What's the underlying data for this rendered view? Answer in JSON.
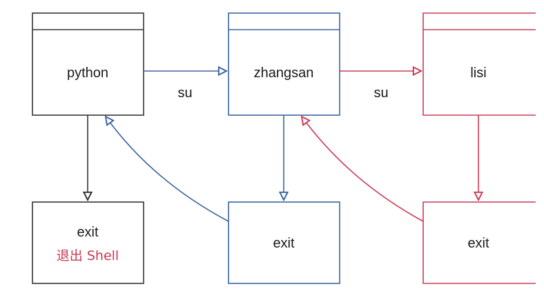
{
  "colors": {
    "black": "#333333",
    "blue": "#3a64a0",
    "red": "#cc3a55"
  },
  "boxes": {
    "python": {
      "label": "python"
    },
    "zhangsan": {
      "label": "zhangsan"
    },
    "lisi": {
      "label": "lisi"
    },
    "exit1": {
      "label": "exit",
      "note": "退出 Shell"
    },
    "exit2": {
      "label": "exit"
    },
    "exit3": {
      "label": "exit"
    }
  },
  "edges": {
    "su1": "su",
    "su2": "su"
  }
}
